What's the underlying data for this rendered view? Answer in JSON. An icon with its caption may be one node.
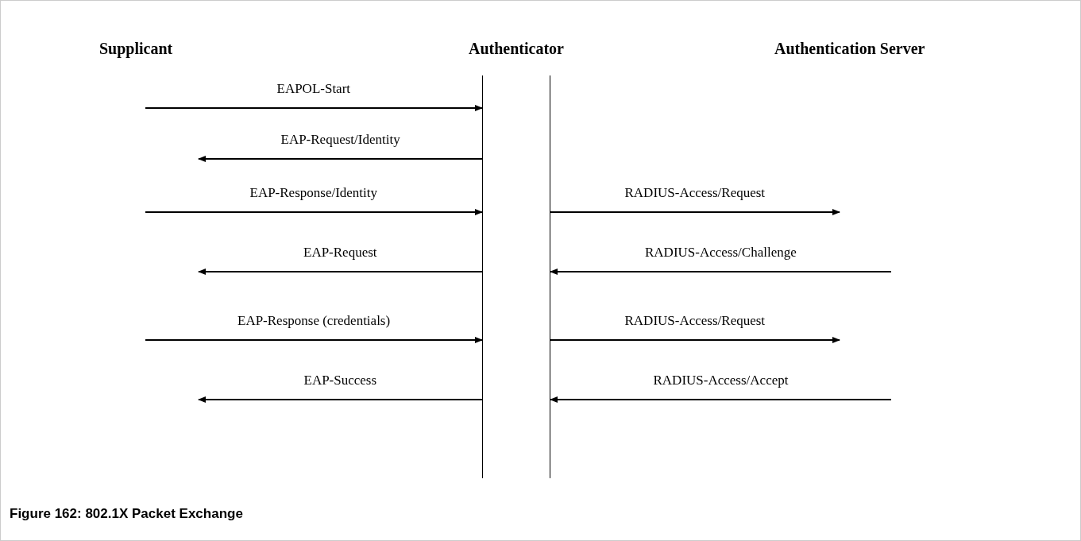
{
  "diagram": {
    "caption": "Figure 162: 802.1X Packet Exchange",
    "nodes": [
      {
        "text": [
          "Supplicant"
        ]
      },
      {
        "text": [
          "Authenticator"
        ]
      },
      {
        "text": [
          "Authentication Server"
        ]
      }
    ],
    "edges": [
      {
        "from": null,
        "to": 1,
        "arrow": "to",
        "label": "EAPOL-Start"
      },
      {
        "from": 1,
        "to": null,
        "arrow": "to",
        "label": "EAP-Request/Identity"
      },
      {
        "from": null,
        "to": 1,
        "arrow": "to",
        "label": "EAP-Response/Identity"
      },
      {
        "from": 1,
        "to": null,
        "arrow": "to",
        "label": "RADIUS-Access/Request"
      },
      {
        "from": null,
        "to": 1,
        "arrow": "to",
        "label": "RADIUS-Access/Challenge"
      },
      {
        "from": 1,
        "to": null,
        "arrow": "to",
        "label": "EAP-Request"
      },
      {
        "from": null,
        "to": 1,
        "arrow": "to",
        "label": "EAP-Response (credentials)"
      },
      {
        "from": 1,
        "to": null,
        "arrow": "to",
        "label": "RADIUS-Access/Request"
      },
      {
        "from": null,
        "to": 1,
        "arrow": "to",
        "label": "RADIUS-Access/Accept"
      },
      {
        "from": 1,
        "to": null,
        "arrow": "to",
        "label": "EAP-Success"
      }
    ]
  }
}
